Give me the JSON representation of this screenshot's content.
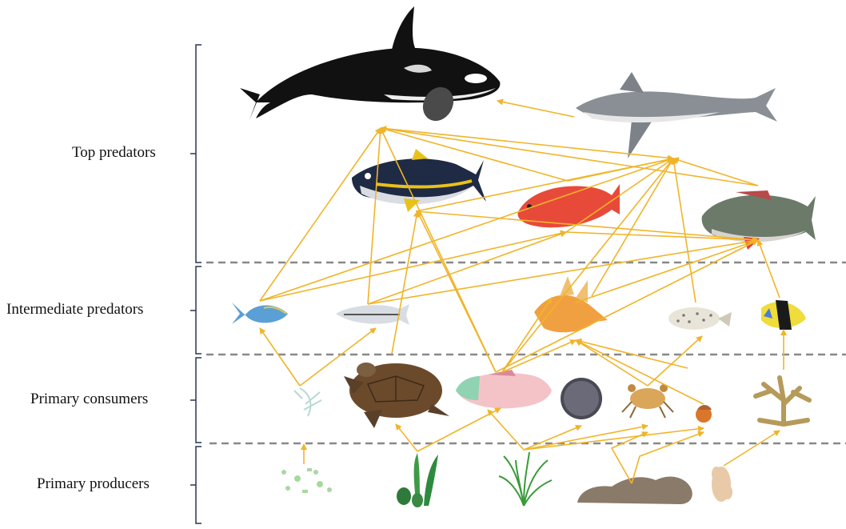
{
  "levels": [
    {
      "id": "top",
      "label": "Top predators"
    },
    {
      "id": "intermediate",
      "label": "Intermediate predators"
    },
    {
      "id": "primary_consumers",
      "label": "Primary consumers"
    },
    {
      "id": "primary_producers",
      "label": "Primary producers"
    }
  ],
  "organisms": {
    "top": [
      "orca",
      "shark",
      "tuna",
      "red-grouper",
      "snapper"
    ],
    "intermediate": [
      "blue-fish",
      "silver-fish",
      "hogfish",
      "pufferfish",
      "butterflyfish"
    ],
    "primary_consumers": [
      "shrimp",
      "sea-turtle",
      "parrotfish",
      "sea-urchin",
      "crab",
      "hermit-crab",
      "coral"
    ],
    "primary_producers": [
      "phytoplankton",
      "seagrass",
      "algae",
      "sediment",
      "red-algae"
    ]
  },
  "colors": {
    "arrow": "#f0b429",
    "divider": "#888888",
    "bracket": "#2a3550",
    "text": "#111111"
  }
}
